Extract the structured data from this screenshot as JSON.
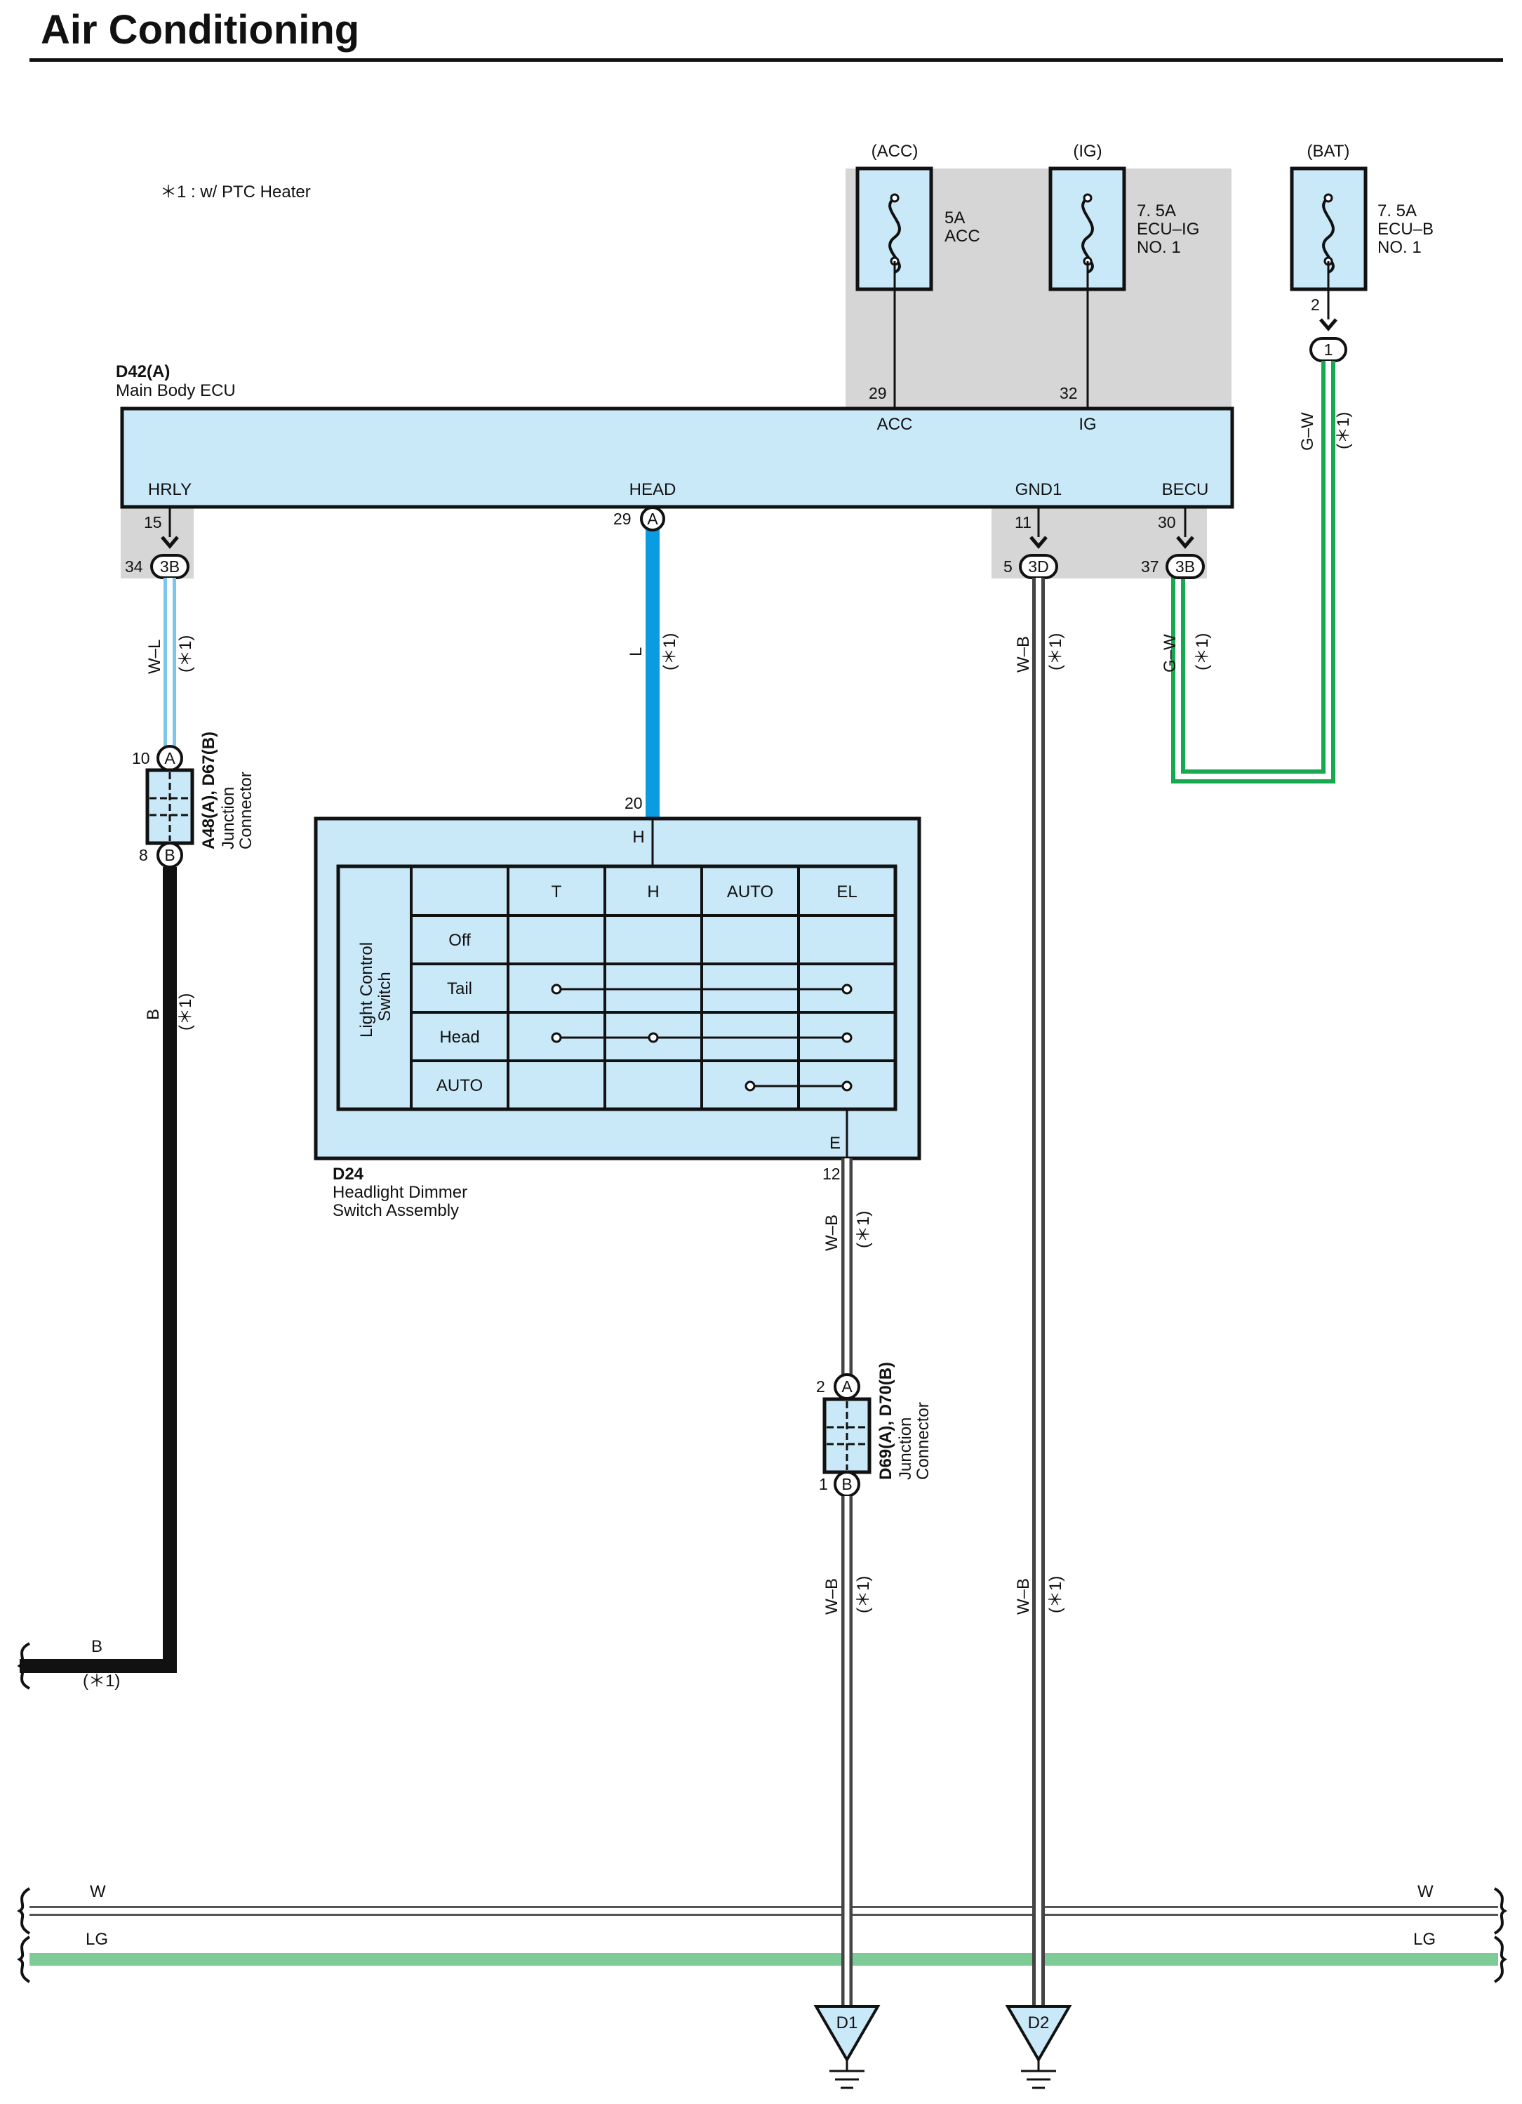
{
  "page": {
    "title": "Air Conditioning"
  },
  "notes": {
    "ptc": "＊1 : w/ PTC Heater"
  },
  "fuses": [
    {
      "id": "acc",
      "supply": "(ACC)",
      "lines": [
        "5A",
        "ACC"
      ],
      "pin": "29"
    },
    {
      "id": "ig",
      "supply": "(IG)",
      "lines": [
        "7. 5A",
        "ECU–IG",
        "NO. 1"
      ],
      "pin": "32"
    },
    {
      "id": "bat",
      "supply": "(BAT)",
      "lines": [
        "7. 5A",
        "ECU–B",
        "NO. 1"
      ],
      "pin": "2",
      "connector": "1"
    }
  ],
  "ecu": {
    "code": "D42(A)",
    "name": "Main Body ECU",
    "terminals": {
      "acc": "ACC",
      "ig": "IG",
      "hrly": "HRLY",
      "head": "HEAD",
      "gnd1": "GND1",
      "becu": "BECU"
    },
    "pins": {
      "hrly": "15",
      "head": "29",
      "head_conn": "A",
      "gnd1": "11",
      "becu": "30"
    }
  },
  "junctions": {
    "hrly": {
      "pin": "34",
      "label": "3B"
    },
    "gnd1": {
      "pin": "5",
      "label": "3D"
    },
    "becu": {
      "pin": "37",
      "label": "3B"
    }
  },
  "wires": {
    "hrly": {
      "color": "W–L",
      "note": "(＊1)"
    },
    "head": {
      "color": "L",
      "note": "(＊1)"
    },
    "gnd1": {
      "color": "W–B",
      "note": "(＊1)"
    },
    "becu": {
      "color": "G–W",
      "note": "(＊1)"
    },
    "bat": {
      "color": "G–W",
      "note": "(＊1)"
    },
    "b_vert": {
      "color": "B",
      "note": "(＊1)"
    },
    "b_horiz": {
      "color": "B",
      "note": "(＊1)"
    },
    "e_upper": {
      "color": "W–B",
      "note": "(＊1)"
    },
    "e_lower": {
      "color": "W–B",
      "note": "(＊1)"
    },
    "gnd_lower": {
      "color": "W–B",
      "note": "(＊1)"
    },
    "bus_w": "W",
    "bus_lg": "LG"
  },
  "junction_connector_1": {
    "codes": "A48(A), D67(B)",
    "name_lines": [
      "Junction",
      "Connector"
    ],
    "pin_a": "10",
    "conn_a": "A",
    "pin_b": "8",
    "conn_b": "B"
  },
  "junction_connector_2": {
    "codes": "D69(A), D70(B)",
    "name_lines": [
      "Junction",
      "Connector"
    ],
    "pin_a": "2",
    "conn_a": "A",
    "pin_b": "1",
    "conn_b": "B"
  },
  "switch": {
    "code": "D24",
    "name_lines": [
      "Headlight Dimmer",
      "Switch Assembly"
    ],
    "pin_h": "20",
    "term_h": "H",
    "pin_e": "12",
    "term_e": "E",
    "side_label_lines": [
      "Light Control",
      "Switch"
    ],
    "columns": [
      "T",
      "H",
      "AUTO",
      "EL"
    ],
    "rows": [
      "Off",
      "Tail",
      "Head",
      "AUTO"
    ]
  },
  "grounds": [
    "D1",
    "D2"
  ],
  "colors": {
    "ecu_fill": "#c9e8f8",
    "shade": "#d6d6d6",
    "wire_blue": "#0a9be0",
    "wire_blue_light": "#7cc6ee",
    "wire_green": "#16a94f",
    "wire_lg": "#7fcb98",
    "wire_black": "#111111",
    "wire_white_outline": "#444444"
  }
}
